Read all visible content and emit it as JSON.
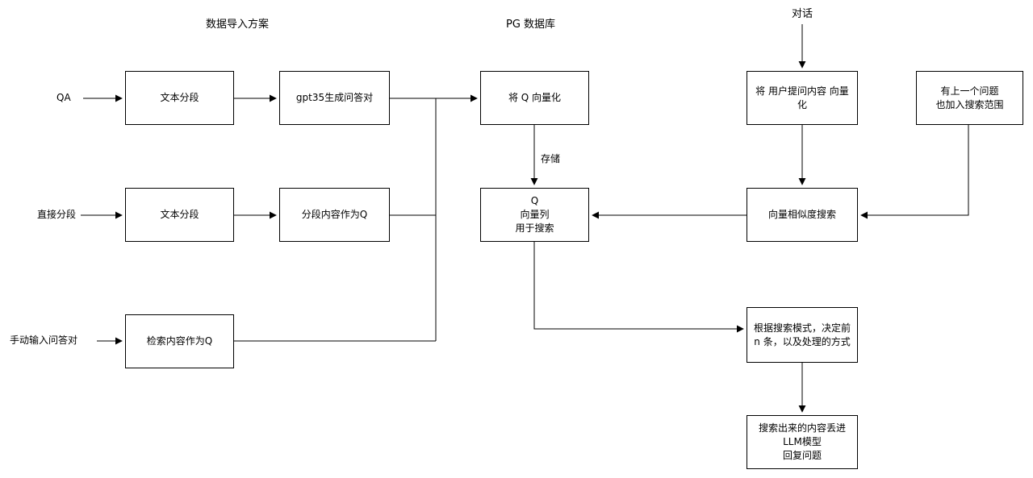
{
  "titles": {
    "data_import_scheme": "数据导入方案",
    "pg_database": "PG 数据库",
    "dialog": "对话"
  },
  "labels": {
    "qa": "QA",
    "direct_segment": "直接分段",
    "manual_qa_input": "手动输入问答对",
    "store": "存储"
  },
  "nodes": {
    "text_segment_1": "文本分段",
    "gpt35_qa": "gpt35生成问答对",
    "vectorize_q": "将 Q 向量化",
    "vectorize_user_question": "将 用户提问内容 向量化",
    "include_previous_question": "有上一个问题\n也加入搜索范围",
    "text_segment_2": "文本分段",
    "segment_as_q": "分段内容作为Q",
    "q_vector_column": "Q\n向量列\n用于搜索",
    "vector_similarity_search": "向量相似度搜索",
    "retrieval_as_q": "检索内容作为Q",
    "search_mode": "根据搜索模式，决定前 n 条，以及处理的方式",
    "llm_answer": "搜索出来的内容丢进\nLLM模型\n回复问题"
  },
  "colors": {
    "line": "#000000",
    "box_border": "#000000",
    "background": "#ffffff",
    "text": "#000000"
  }
}
